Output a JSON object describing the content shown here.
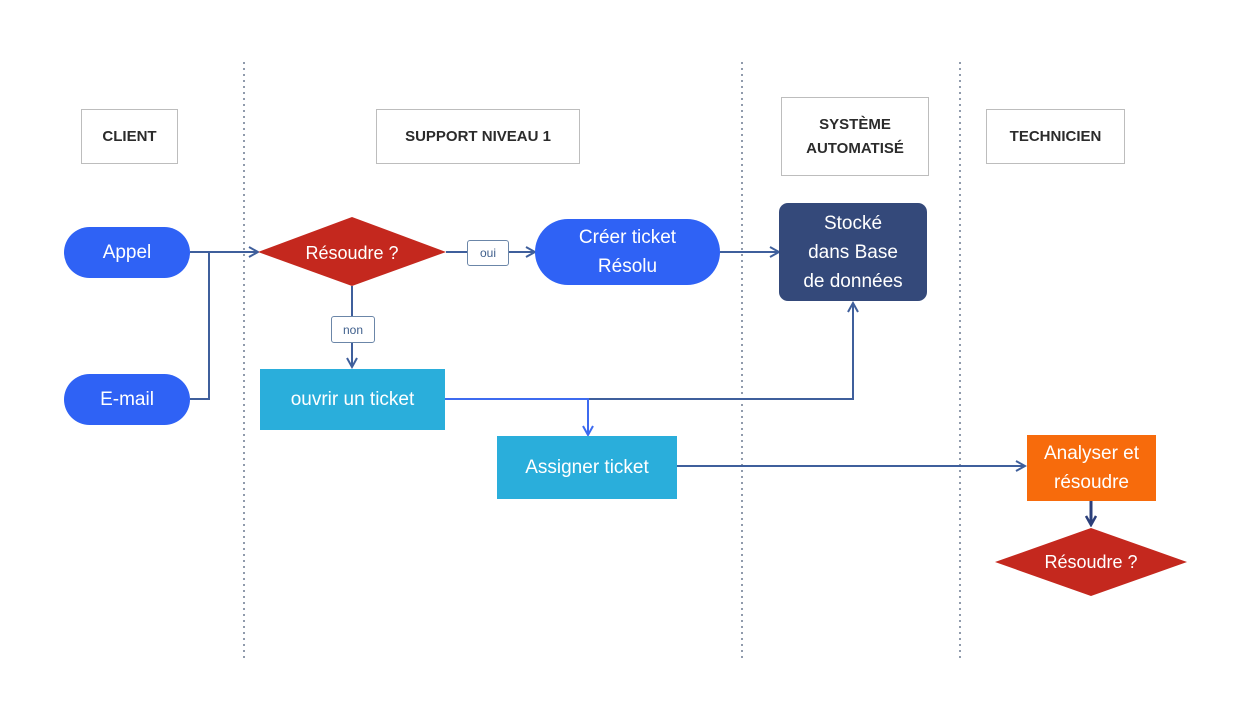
{
  "lanes": {
    "client": "CLIENT",
    "support": "SUPPORT NIVEAU 1",
    "systeme_line1": "SYSTÈME",
    "systeme_line2": "AUTOMATISÉ",
    "technicien": "TECHNICIEN"
  },
  "nodes": {
    "appel": "Appel",
    "email": "E-mail",
    "resoudre_1": "Résoudre ?",
    "creer_ticket_line1": "Créer ticket",
    "creer_ticket_line2": "Résolu",
    "stocke_line1": "Stocké",
    "stocke_line2": "dans Base",
    "stocke_line3": "de données",
    "ouvrir_ticket": "ouvrir un ticket",
    "assigner_ticket": "Assigner ticket",
    "analyser_line1": "Analyser et",
    "analyser_line2": "résoudre",
    "resoudre_2": "Résoudre ?"
  },
  "labels": {
    "oui": "oui",
    "non": "non"
  },
  "colors": {
    "pill_blue": "#2f62f5",
    "cyan": "#2aaedb",
    "navy": "#34497a",
    "orange": "#f76b0c",
    "diamond_red": "#c4281e",
    "connector": "#3f5f9c",
    "connector_bright": "#3d6bf0",
    "lane_divider": "#6b7a90"
  }
}
